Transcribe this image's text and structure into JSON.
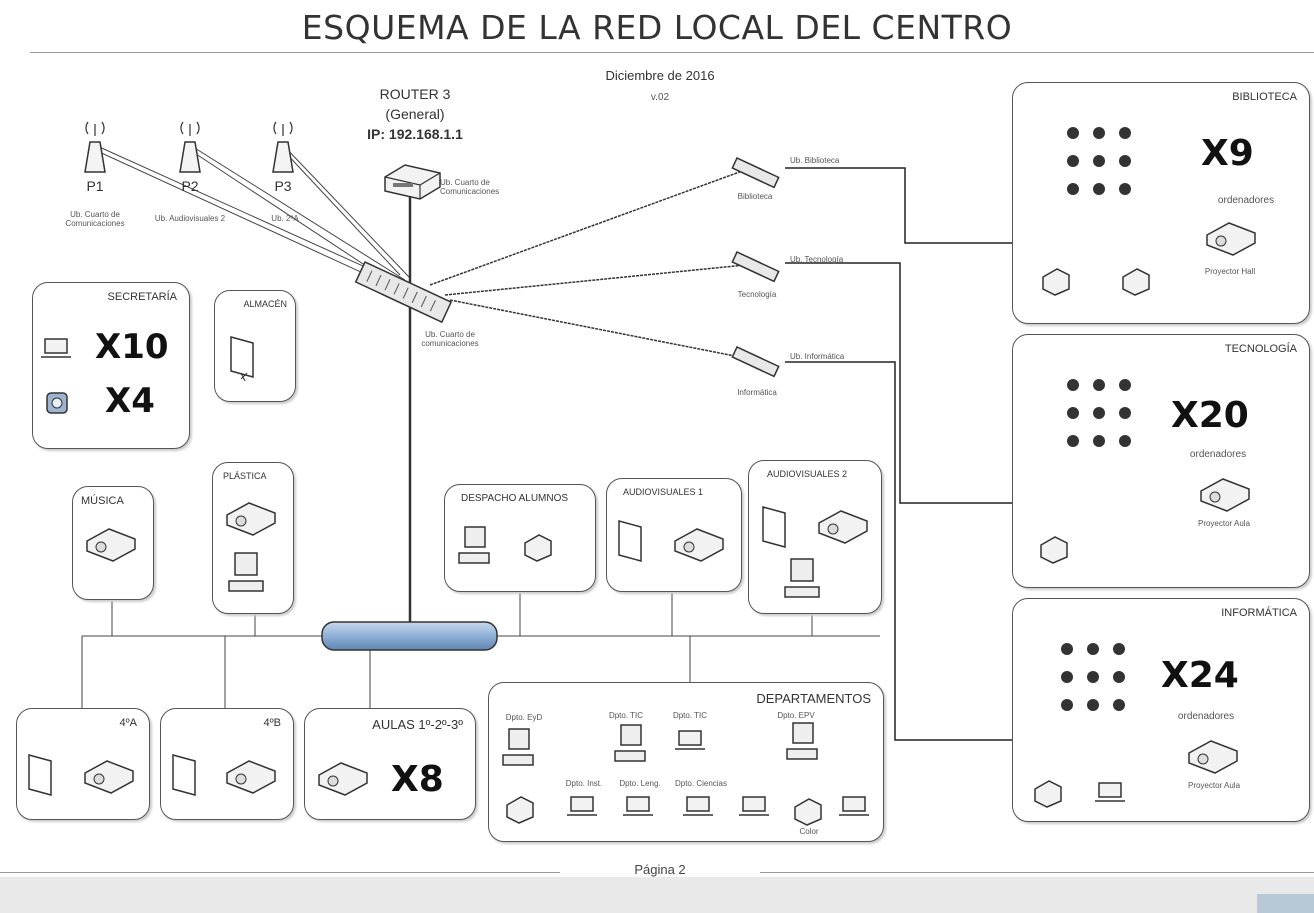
{
  "title": "ESQUEMA DE LA RED LOCAL DEL CENTRO",
  "date": "Diciembre de 2016",
  "version": "v.02",
  "router": {
    "line1": "ROUTER 3",
    "line2": "(General)",
    "line3": "IP: 192.168.1.1"
  },
  "page_label": "Página 2",
  "access_points": [
    {
      "name": "P1",
      "note": "Ub. Cuarto de Comunicaciones"
    },
    {
      "name": "P2",
      "note": "Ub. Audiovisuales 2"
    },
    {
      "name": "P3",
      "note": "Ub. 2ºA"
    }
  ],
  "switch_note": "Ub. Cuarto de comunicaciones",
  "router_note": "Ub. Cuarto de Comunicaciones",
  "remote_switches": [
    {
      "name": "Biblioteca",
      "note": "Ub. Biblioteca"
    },
    {
      "name": "Tecnología",
      "note": "Ub. Tecnología"
    },
    {
      "name": "Informática",
      "note": "Ub. Informática"
    }
  ],
  "rooms": {
    "secretaria": {
      "label": "SECRETARÍA",
      "laptops": "X10",
      "other": "X4"
    },
    "almacen": {
      "label": "ALMACÉN"
    },
    "musica": {
      "label": "MÚSICA"
    },
    "plastica": {
      "label": "PLÁSTICA"
    },
    "despacho": {
      "label": "DESPACHO ALUMNOS"
    },
    "audiovisuales1": {
      "label": "AUDIOVISUALES 1"
    },
    "audiovisuales2": {
      "label": "AUDIOVISUALES 2"
    },
    "a4a": {
      "label": "4ºA"
    },
    "a4b": {
      "label": "4ºB"
    },
    "aulas": {
      "label": "AULAS 1º-2º-3º",
      "count": "X8"
    },
    "departamentos": {
      "label": "DEPARTAMENTOS",
      "items": [
        "Dpto. EyD",
        "Dpto. TIC",
        "Dpto. TIC",
        "Dpto. EPV",
        "Dpto. Inst.",
        "Dpto. Leng.",
        "Dpto. Ciencias"
      ],
      "color_label": "Color"
    },
    "biblioteca": {
      "label": "BIBLIOTECA",
      "count": "X9",
      "sub": "ordenadores",
      "proj": "Proyector Hall"
    },
    "tecnologia": {
      "label": "TECNOLOGÍA",
      "count": "X20",
      "sub": "ordenadores",
      "proj": "Proyector Aula"
    },
    "informatica": {
      "label": "INFORMÁTICA",
      "count": "X24",
      "sub": "ordenadores",
      "proj": "Proyector Aula"
    }
  }
}
